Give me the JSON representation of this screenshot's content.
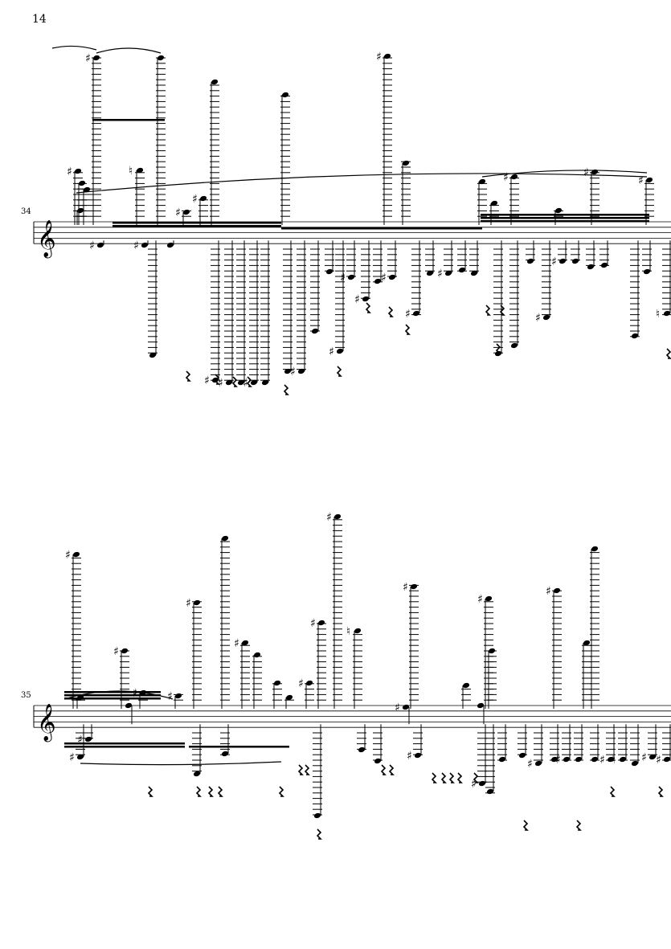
{
  "page": {
    "number": "14"
  },
  "systems": [
    {
      "measure_number": "34"
    },
    {
      "measure_number": "35"
    }
  ],
  "colors": {
    "ink": "#000000",
    "paper": "#ffffff"
  }
}
